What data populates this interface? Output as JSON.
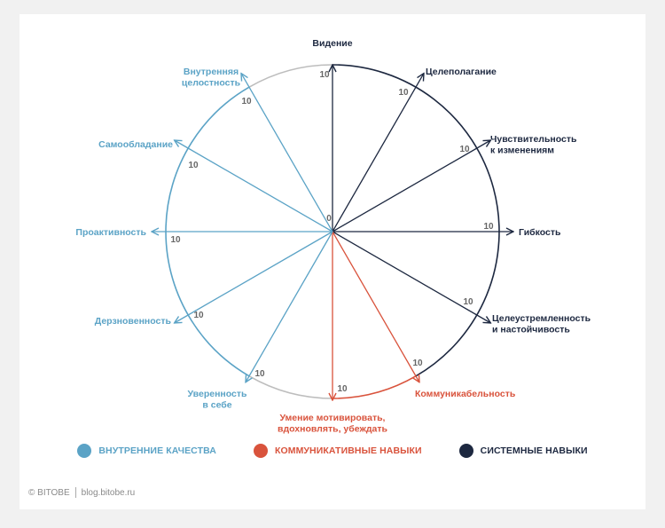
{
  "colors": {
    "inner": "#5ba3c6",
    "comm": "#d9533c",
    "system": "#1d2840",
    "circle_gray": "#bdbdbd"
  },
  "center_label": "0",
  "spokes": [
    {
      "label": "Видение",
      "value": "10",
      "group": "system"
    },
    {
      "label": "Целеполагание",
      "value": "10",
      "group": "system"
    },
    {
      "label": "Чувствительность\nк изменениям",
      "value": "10",
      "group": "system"
    },
    {
      "label": "Гибкость",
      "value": "10",
      "group": "system"
    },
    {
      "label": "Целеустремленность\nи настойчивость",
      "value": "10",
      "group": "system"
    },
    {
      "label": "Коммуникабельность",
      "value": "10",
      "group": "comm"
    },
    {
      "label": "Умение мотивировать,\nвдохновлять, убеждать",
      "value": "10",
      "group": "comm"
    },
    {
      "label": "Уверенность\nв себе",
      "value": "10",
      "group": "inner"
    },
    {
      "label": "Дерзновенность",
      "value": "10",
      "group": "inner"
    },
    {
      "label": "Проактивность",
      "value": "10",
      "group": "inner"
    },
    {
      "label": "Самообладание",
      "value": "10",
      "group": "inner"
    },
    {
      "label": "Внутренняя\nцелостность",
      "value": "10",
      "group": "inner"
    }
  ],
  "legend": [
    {
      "label": "ВНУТРЕННИЕ КАЧЕСТВА",
      "group": "inner"
    },
    {
      "label": "КОММУНИКАТИВНЫЕ НАВЫКИ",
      "group": "comm"
    },
    {
      "label": "СИСТЕМНЫЕ НАВЫКИ",
      "group": "system"
    }
  ],
  "footer": {
    "copyright": "© BITOBE",
    "site": "blog.bitobe.ru"
  }
}
